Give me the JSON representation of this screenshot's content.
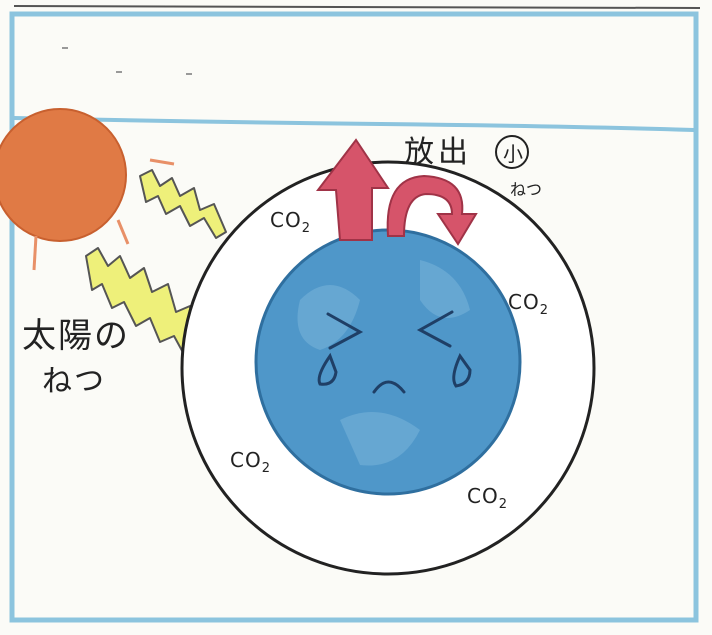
{
  "labels": {
    "sun_heat_line1": "太陽の",
    "sun_heat_line2": "ねつ",
    "emission": "放出",
    "emission_small": "小",
    "emission_heat": "ねつ"
  },
  "co2_labels": [
    {
      "main": "CO",
      "sub": "2"
    },
    {
      "main": "CO",
      "sub": "2"
    },
    {
      "main": "CO",
      "sub": "2"
    },
    {
      "main": "CO",
      "sub": "2"
    }
  ],
  "colors": {
    "frame": "#8cc4de",
    "sun": "#e07a45",
    "rays": "#eef07a",
    "earth": "#4f97c9",
    "arrows": "#d6546a",
    "atmosphere_outline": "#222222"
  }
}
